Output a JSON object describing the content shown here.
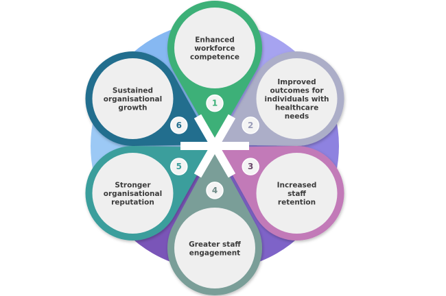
{
  "diagram": {
    "type": "radial-teardrop-cycle",
    "background_segments": [
      {
        "color": "#A6A3F0"
      },
      {
        "color": "#8E82E0"
      },
      {
        "color": "#7E63C8"
      },
      {
        "color": "#7A55B8"
      },
      {
        "color": "#9CC9F5"
      },
      {
        "color": "#86B8F2"
      }
    ],
    "items": [
      {
        "number": "1",
        "lines": [
          "Enhanced",
          "workforce",
          "competence"
        ],
        "color": "#3DB078",
        "num_color": "#3DB078"
      },
      {
        "number": "2",
        "lines": [
          "Improved",
          "outcomes for",
          "individuals with",
          "healthcare",
          "needs"
        ],
        "color": "#ACAEC8",
        "num_color": "#9A9CB8"
      },
      {
        "number": "3",
        "lines": [
          "Increased",
          "staff",
          "retention"
        ],
        "color": "#C27AB8",
        "num_color": "#6B4A6A"
      },
      {
        "number": "4",
        "lines": [
          "Greater staff",
          "engagement"
        ],
        "color": "#7A9E98",
        "num_color": "#6E8A86"
      },
      {
        "number": "5",
        "lines": [
          "Stronger",
          "organisational",
          "reputation"
        ],
        "color": "#3A9E9C",
        "num_color": "#3A9E9C"
      },
      {
        "number": "6",
        "lines": [
          "Sustained",
          "organisational",
          "growth"
        ],
        "color": "#236E8E",
        "num_color": "#236E8E"
      }
    ],
    "inner_fill": "#EFEFEF",
    "text_color": "#3A3A3A"
  }
}
